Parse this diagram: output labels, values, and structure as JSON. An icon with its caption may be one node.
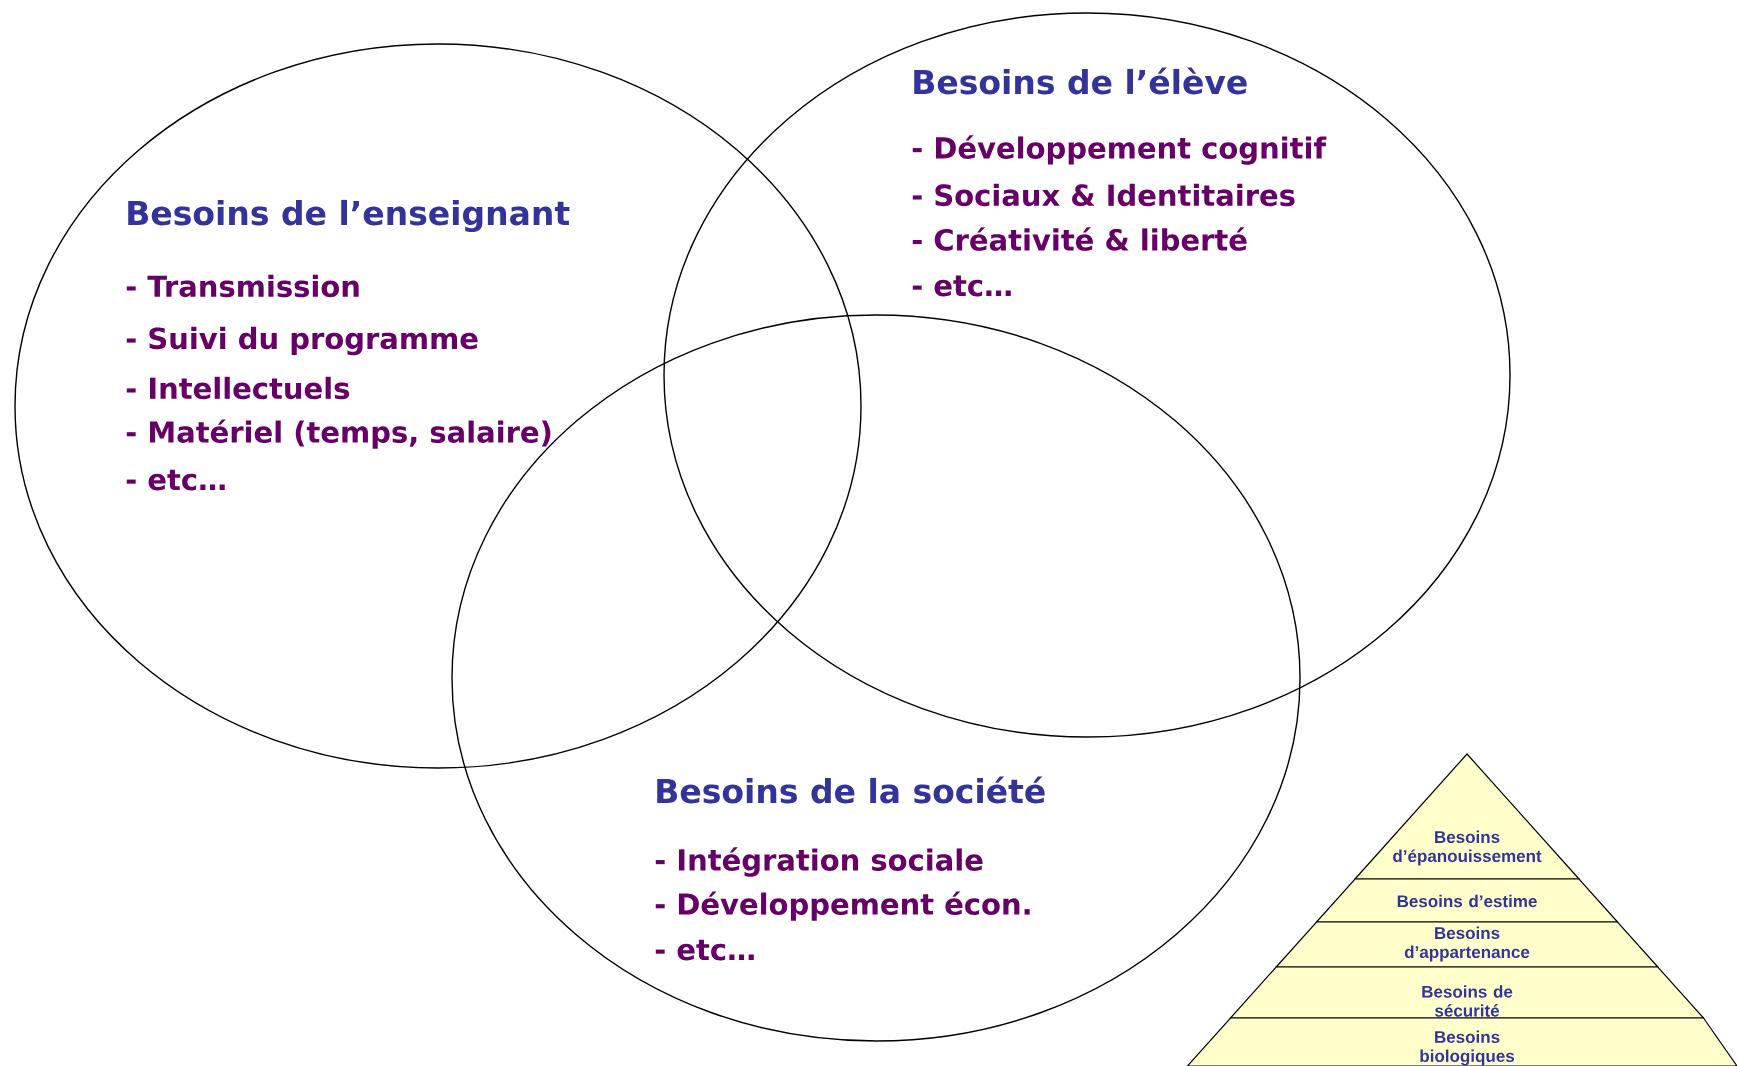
{
  "diagram": {
    "nodes": [
      {
        "text": [
          "Besoins de l’enseignant",
          "- Transmission",
          "- Suivi du programme",
          "- Intellectuels",
          "- Matériel (temps, salaire)",
          "- etc…"
        ]
      },
      {
        "text": [
          "Besoins de l’élève",
          "- Développement cognitif",
          "- Sociaux & Identitaires",
          "- Créativité & liberté",
          "- etc…"
        ]
      },
      {
        "text": [
          "Besoins de la société",
          "- Intégration sociale",
          "- Développement écon.",
          "- etc…"
        ]
      },
      {
        "text": [
          "Besoins d’épanouissement"
        ]
      },
      {
        "text": [
          "Besoins d’estime"
        ]
      },
      {
        "text": [
          "Besoins d’appartenance"
        ]
      },
      {
        "text": [
          "Besoins de sécurité"
        ]
      },
      {
        "text": [
          "Besoins biologiques"
        ]
      }
    ],
    "edges": []
  }
}
